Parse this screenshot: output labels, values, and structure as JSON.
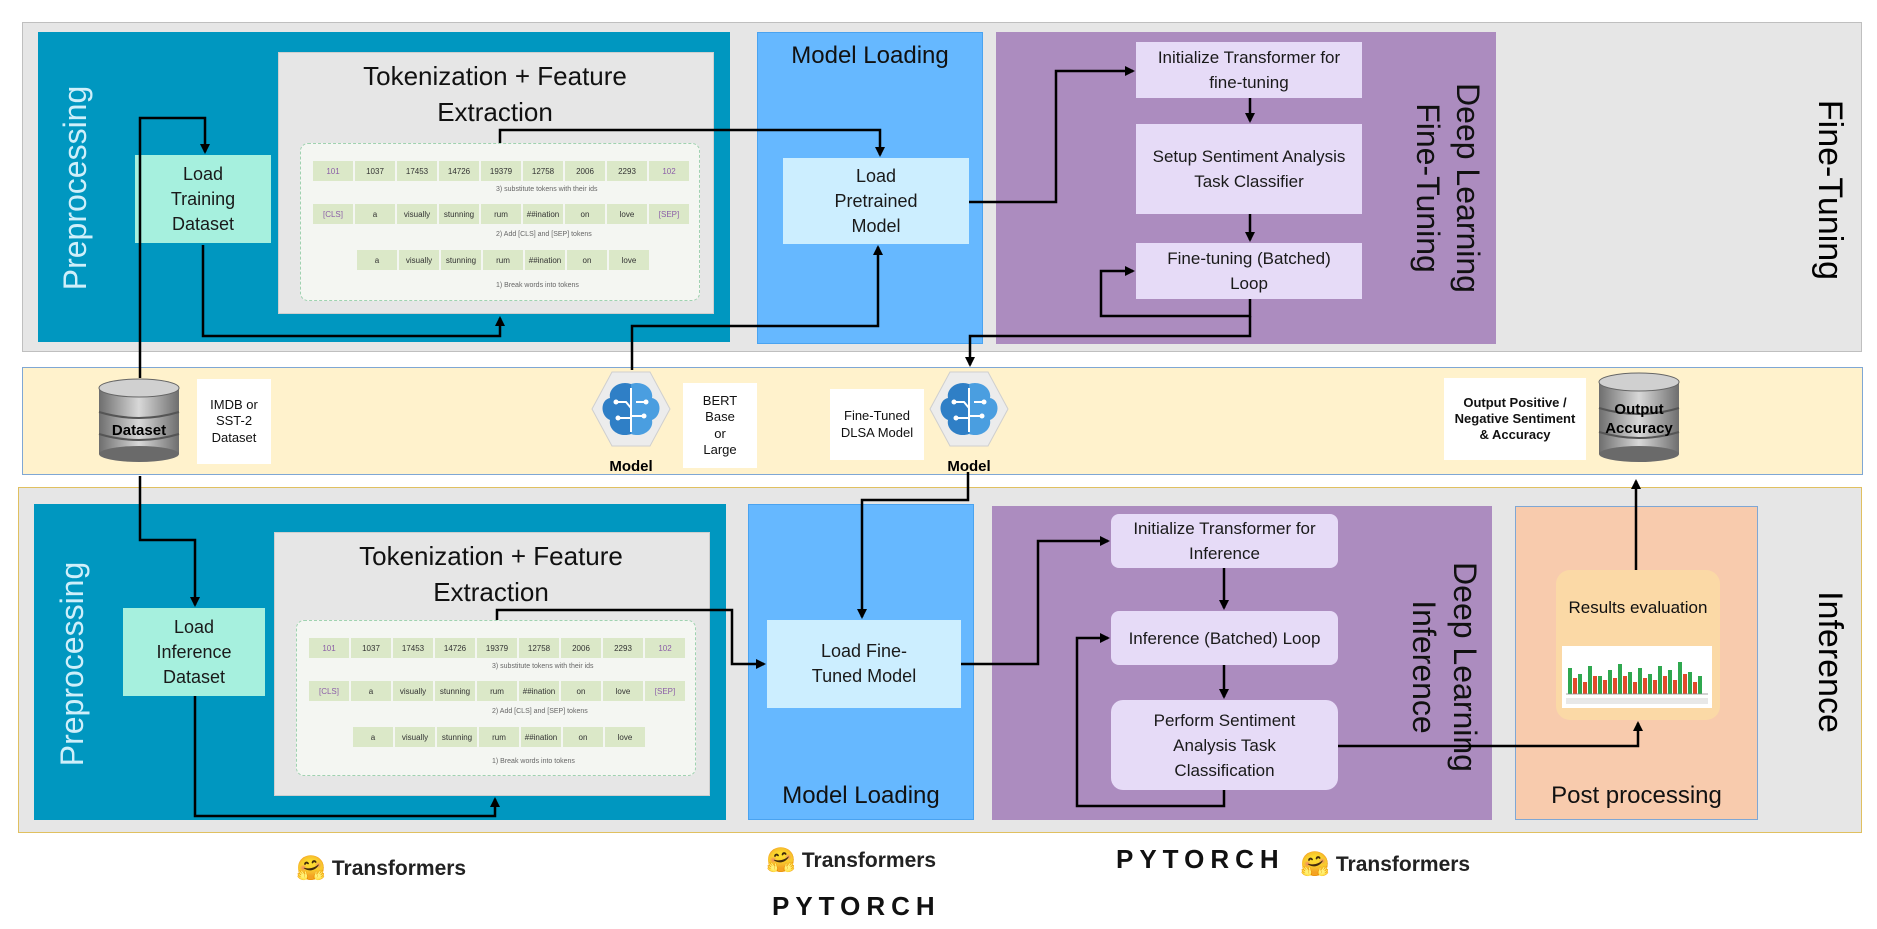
{
  "fine_tuning": {
    "band_label": "Fine-Tuning",
    "preprocessing_label": "Preprocessing",
    "tokenization_title": "Tokenization + Feature Extraction",
    "load_dataset": "Load Training Dataset",
    "model_loading_label": "Model Loading",
    "load_model": "Load Pretrained Model",
    "dl_label_1": "Deep Learning",
    "dl_label_2": "Fine-Tuning",
    "step1": "Initialize Transformer for fine-tuning",
    "step2": "Setup Sentiment Analysis Task Classifier",
    "step3": "Fine-tuning (Batched) Loop"
  },
  "middle": {
    "dataset_label": "Dataset",
    "dataset_note": "IMDB or SST-2 Dataset",
    "model_label_1": "Model",
    "bert_note": "BERT Base or Large",
    "finetuned_note": "Fine-Tuned DLSA Model",
    "model_label_2": "Model",
    "output_note": "Output Positive / Negative Sentiment & Accuracy",
    "output_db_label": "Output Accuracy"
  },
  "inference": {
    "band_label": "Inference",
    "preprocessing_label": "Preprocessing",
    "tokenization_title": "Tokenization + Feature Extraction",
    "load_dataset": "Load Inference Dataset",
    "model_loading_label": "Model Loading",
    "load_model": "Load Fine-Tuned Model",
    "dl_label_1": "Deep Learning",
    "dl_label_2": "Inference",
    "step1": "Initialize Transformer for Inference",
    "step2": "Inference (Batched) Loop",
    "step3": "Perform Sentiment Analysis Task Classification",
    "post_label": "Post processing",
    "results": "Results evaluation"
  },
  "token_figure": {
    "ids": [
      "101",
      "1037",
      "17453",
      "14726",
      "19379",
      "12758",
      "2006",
      "2293",
      "102"
    ],
    "tokens_special": [
      "[CLS]",
      "a",
      "visually",
      "stunning",
      "rum",
      "##ination",
      "on",
      "love",
      "[SEP]"
    ],
    "tokens": [
      "a",
      "visually",
      "stunning",
      "rum",
      "##ination",
      "on",
      "love"
    ],
    "step3": "3) substitute tokens with their ids",
    "step2": "2) Add [CLS] and [SEP] tokens",
    "step1": "1) Break words into tokens"
  },
  "logos": {
    "transformers": "Transformers",
    "pytorch": "PYTORCH"
  },
  "colors": {
    "band": "#e6e6e6",
    "middle_band": "#fff2cc",
    "preprocessing": "#0097c0",
    "model_loading": "#66b8ff",
    "deep_learning": "#ac8cbf",
    "post_processing": "#f8cbad",
    "load_dataset": "#a6f0de",
    "load_model": "#cceeff",
    "dl_step": "#e6dbf7"
  }
}
